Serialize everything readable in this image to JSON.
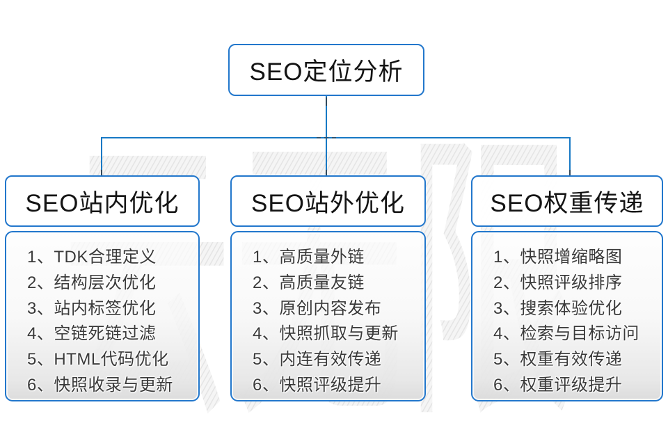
{
  "root": {
    "title": "SEO定位分析"
  },
  "watermark": {
    "text": "云无限"
  },
  "columns": [
    {
      "title": "SEO站内优化",
      "items": [
        "1、TDK合理定义",
        "2、结构层次优化",
        "3、站内标签优化",
        "4、空链死链过滤",
        "5、HTML代码优化",
        "6、快照收录与更新"
      ]
    },
    {
      "title": "SEO站外优化",
      "items": [
        "1、高质量外链",
        "2、高质量友链",
        "3、原创内容发布",
        "4、快照抓取与更新",
        "5、内连有效传递",
        "6、快照评级提升"
      ]
    },
    {
      "title": "SEO权重传递",
      "items": [
        "1、快照增缩略图",
        "2、快照评级排序",
        "3、搜索体验优化",
        "4、检索与目标访问",
        "5、权重有效传递",
        "6、权重评级提升"
      ]
    }
  ],
  "colors": {
    "accent_blue": "#2277cc",
    "line_blue": "#1779c5",
    "list_text": "#3a3a3a",
    "watermark_gray": "#e4e4e4"
  }
}
